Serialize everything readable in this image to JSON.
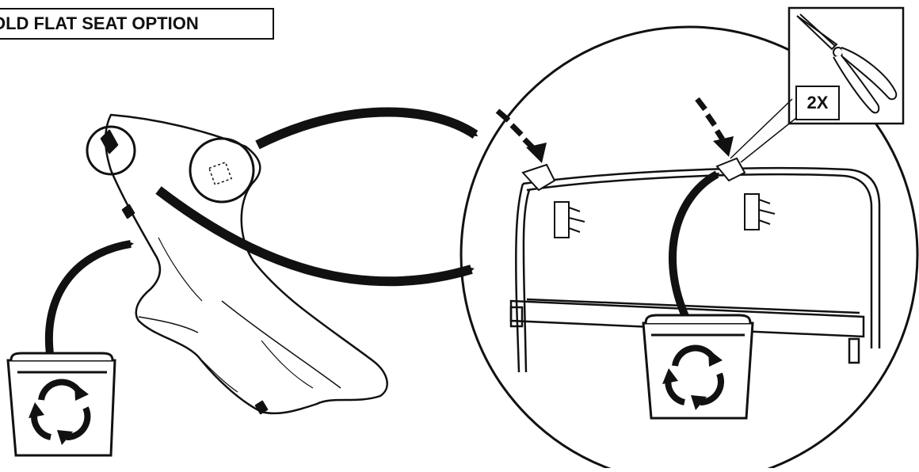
{
  "title": {
    "label": "OLD FLAT SEAT OPTION",
    "visible_text": "OLD FLAT SEAT OPTION"
  },
  "tool_callout": {
    "tool_icon": "needle-nose-pliers",
    "quantity_label": "2X"
  },
  "icons": {
    "recycle_left": "recycle-bin",
    "recycle_right": "recycle-bin",
    "detail_view": "magnified-seat-bottom"
  },
  "colors": {
    "line": "#111111",
    "background": "#ffffff"
  }
}
